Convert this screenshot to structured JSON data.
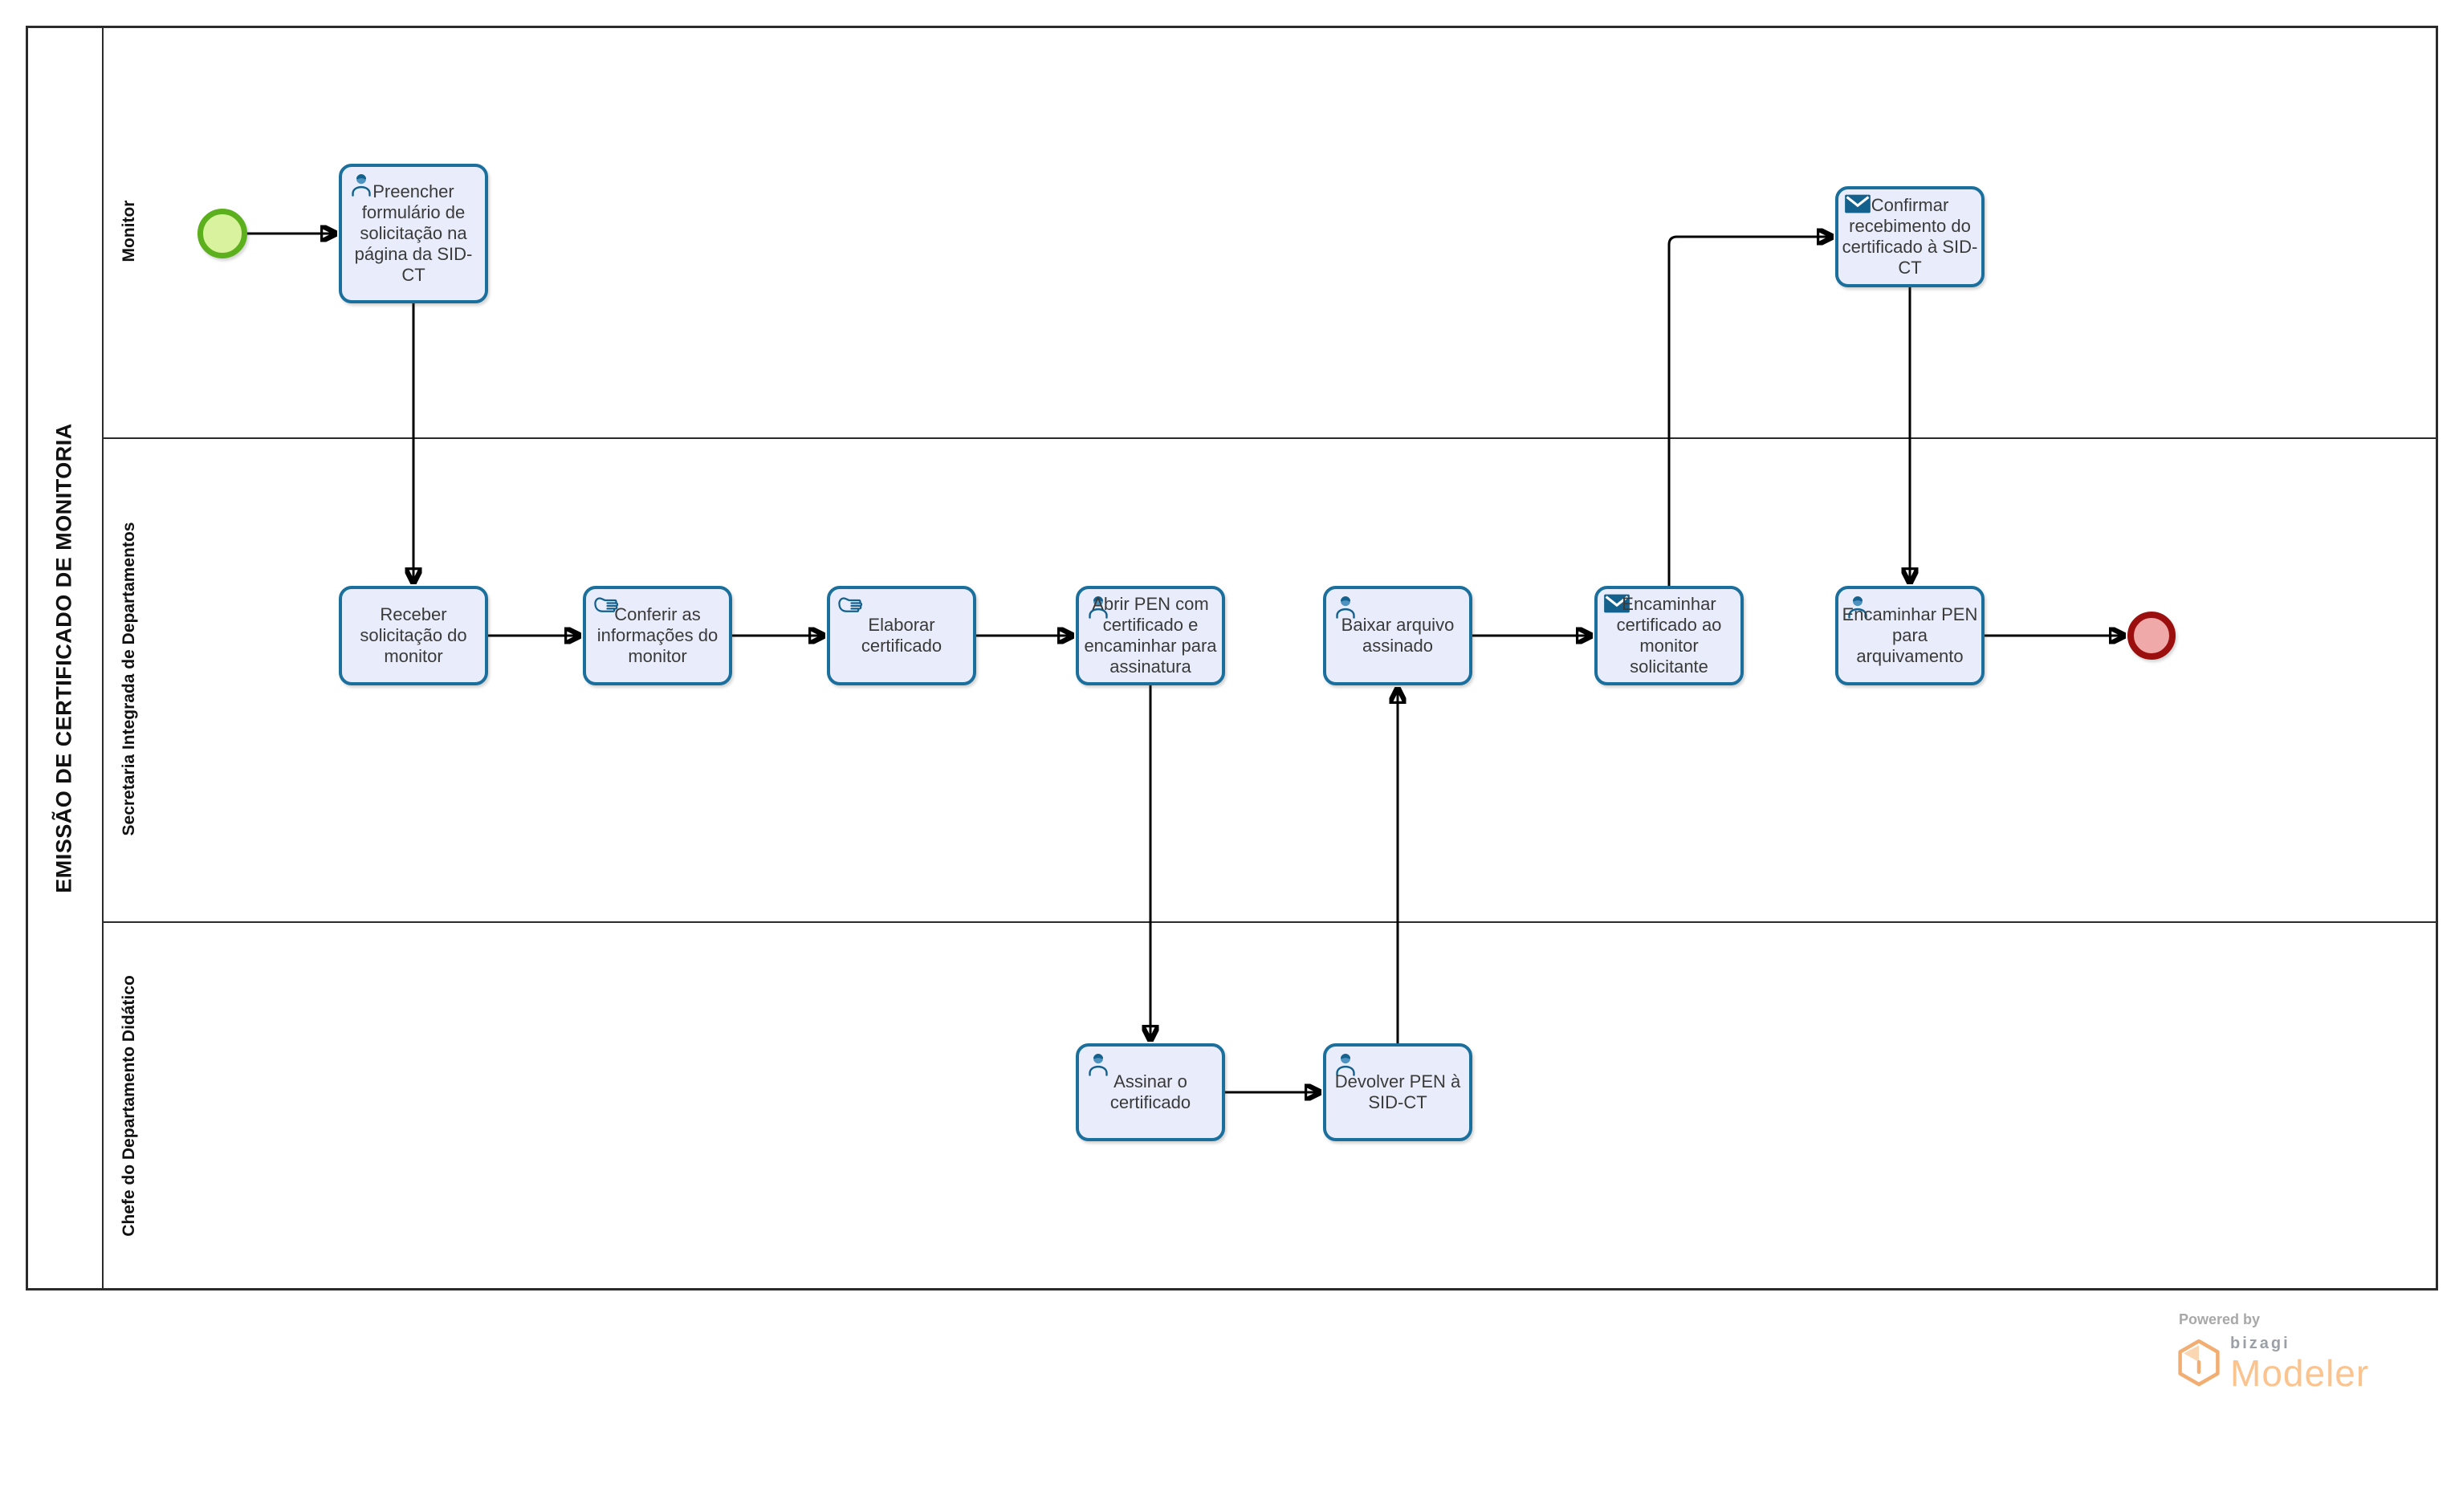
{
  "diagram": {
    "pool_title": "EMISSÃO DE CERTIFICADO DE MONITORIA",
    "lanes": [
      {
        "name": "Monitor"
      },
      {
        "name": "Secretaria Integrada de Departamentos"
      },
      {
        "name": "Chefe do Departamento Didático"
      }
    ],
    "events": {
      "start": {
        "type": "start-event",
        "lane": "Monitor"
      },
      "end": {
        "type": "end-event",
        "lane": "Secretaria Integrada de Departamentos"
      }
    },
    "tasks": {
      "preencher": {
        "label": "Preencher formulário de solicitação na página da SID-CT",
        "icon": "user",
        "lane": "Monitor"
      },
      "confirmar": {
        "label": "Confirmar recebimento do certificado à SID-CT",
        "icon": "send-message",
        "lane": "Monitor"
      },
      "receber": {
        "label": "Receber solicitação do monitor",
        "icon": "none",
        "lane": "Secretaria Integrada de Departamentos"
      },
      "conferir": {
        "label": "Conferir as informações do monitor",
        "icon": "manual",
        "lane": "Secretaria Integrada de Departamentos"
      },
      "elaborar": {
        "label": "Elaborar certificado",
        "icon": "manual",
        "lane": "Secretaria Integrada de Departamentos"
      },
      "abrir_pen": {
        "label": "Abrir PEN com certificado e encaminhar para assinatura",
        "icon": "user",
        "lane": "Secretaria Integrada de Departamentos"
      },
      "baixar": {
        "label": "Baixar arquivo assinado",
        "icon": "user",
        "lane": "Secretaria Integrada de Departamentos"
      },
      "enc_cert": {
        "label": "Encaminhar certificado ao monitor solicitante",
        "icon": "send-message",
        "lane": "Secretaria Integrada de Departamentos"
      },
      "enc_pen": {
        "label": "Encaminhar PEN para arquivamento",
        "icon": "user",
        "lane": "Secretaria Integrada de Departamentos"
      },
      "assinar": {
        "label": "Assinar o certificado",
        "icon": "user",
        "lane": "Chefe do Departamento Didático"
      },
      "devolver": {
        "label": "Devolver PEN à SID-CT",
        "icon": "user",
        "lane": "Chefe do Departamento Didático"
      }
    },
    "colors": {
      "task_fill": "#e9edfb",
      "task_border": "#1a6f9c",
      "icon_blue": "#15618e",
      "start_fill": "#d9f29e",
      "start_stroke": "#5caf1d",
      "end_fill": "#efa9a9",
      "end_stroke": "#9c0f0f",
      "flow": "#000000",
      "lane_border": "#2b2b2b"
    }
  },
  "footer": {
    "powered_by": "Powered by",
    "brand": "bizagi",
    "product": "Modeler",
    "brand_orange": "#f2ae72",
    "product_orange": "#fbc38e"
  }
}
